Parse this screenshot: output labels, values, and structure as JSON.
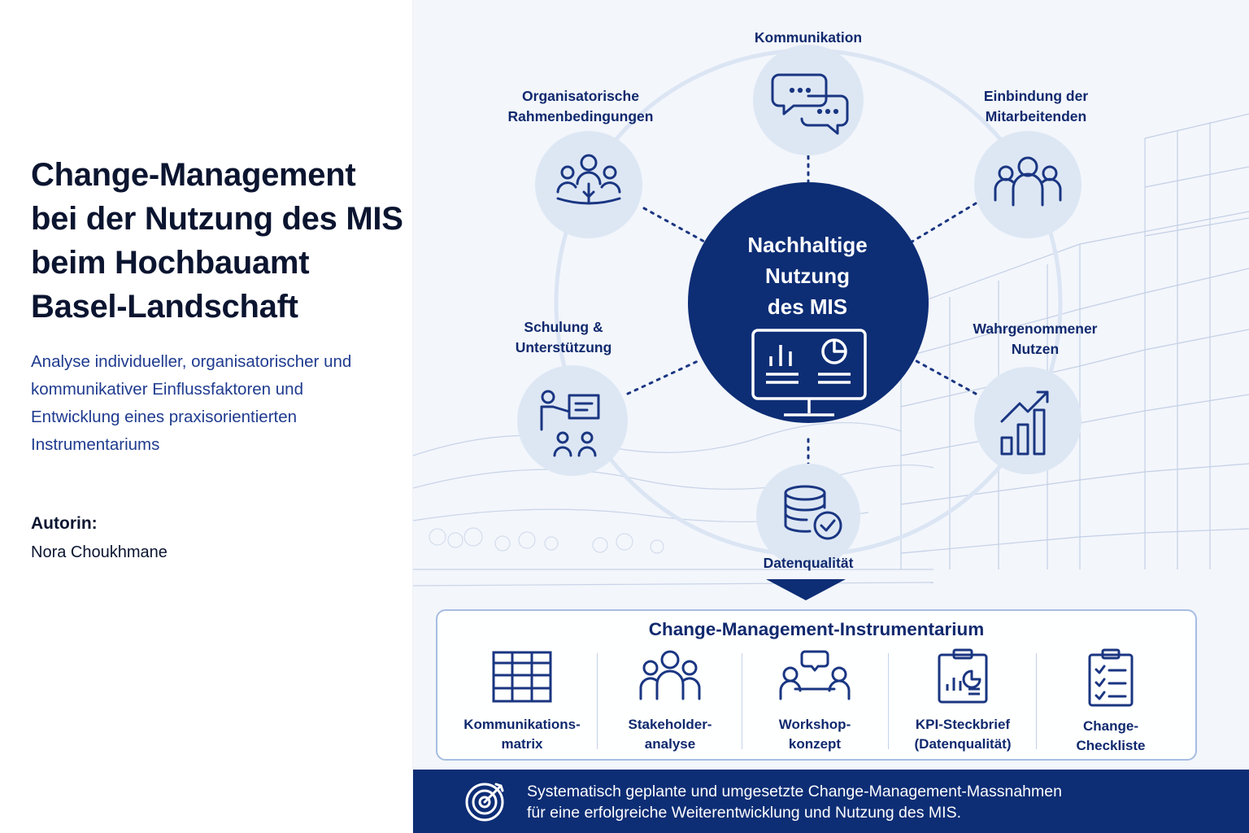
{
  "left": {
    "title": "Change-Management bei der Nutzung des MIS beim Hochbauamt Basel-Landschaft",
    "subtitle": "Analyse individueller, organisatorischer und kommunikativer Einflussfaktoren und Entwicklung eines praxisorientierten Instrumentariums",
    "author_label": "Autorin:",
    "author_name": "Nora Choukhmane"
  },
  "diagram": {
    "center": {
      "line1": "Nachhaltige",
      "line2": "Nutzung",
      "line3": "des MIS",
      "icon": "monitor-dashboard-icon"
    },
    "nodes": [
      {
        "line1": "Kommunikation",
        "line2": "",
        "icon": "chat-bubbles-icon"
      },
      {
        "line1": "Einbindung der",
        "line2": "Mitarbeitenden",
        "icon": "team-icon"
      },
      {
        "line1": "Wahrgenommener",
        "line2": "Nutzen",
        "icon": "growth-chart-icon"
      },
      {
        "line1": "Datenqualität",
        "line2": "",
        "icon": "database-check-icon"
      },
      {
        "line1": "Schulung &",
        "line2": "Unterstützung",
        "icon": "presentation-icon"
      },
      {
        "line1": "Organisatorische",
        "line2": "Rahmenbedingungen",
        "icon": "organization-icon"
      }
    ]
  },
  "toolkit": {
    "title": "Change-Management-Instrumentarium",
    "items": [
      {
        "line1": "Kommunikations-",
        "line2": "matrix",
        "icon": "table-grid-icon"
      },
      {
        "line1": "Stakeholder-",
        "line2": "analyse",
        "icon": "stakeholder-group-icon"
      },
      {
        "line1": "Workshop-",
        "line2": "konzept",
        "icon": "workshop-icon"
      },
      {
        "line1": "KPI-Steckbrief",
        "line2": "(Datenqualität)",
        "icon": "kpi-clipboard-icon"
      },
      {
        "line1": "Change-",
        "line2": "Checkliste",
        "icon": "checklist-icon"
      }
    ]
  },
  "banner": {
    "line1": "Systematisch geplante und umgesetzte Change-Management-Massnahmen",
    "line2": "für eine erfolgreiche Weiterentwicklung und Nutzung des MIS.",
    "icon": "target-icon"
  },
  "colors": {
    "navy": "#0d2d75",
    "text_blue": "#10296e",
    "node_fill": "#dde7f4",
    "ring": "#dbe5f3",
    "panel_bg": "#f3f6fb"
  }
}
